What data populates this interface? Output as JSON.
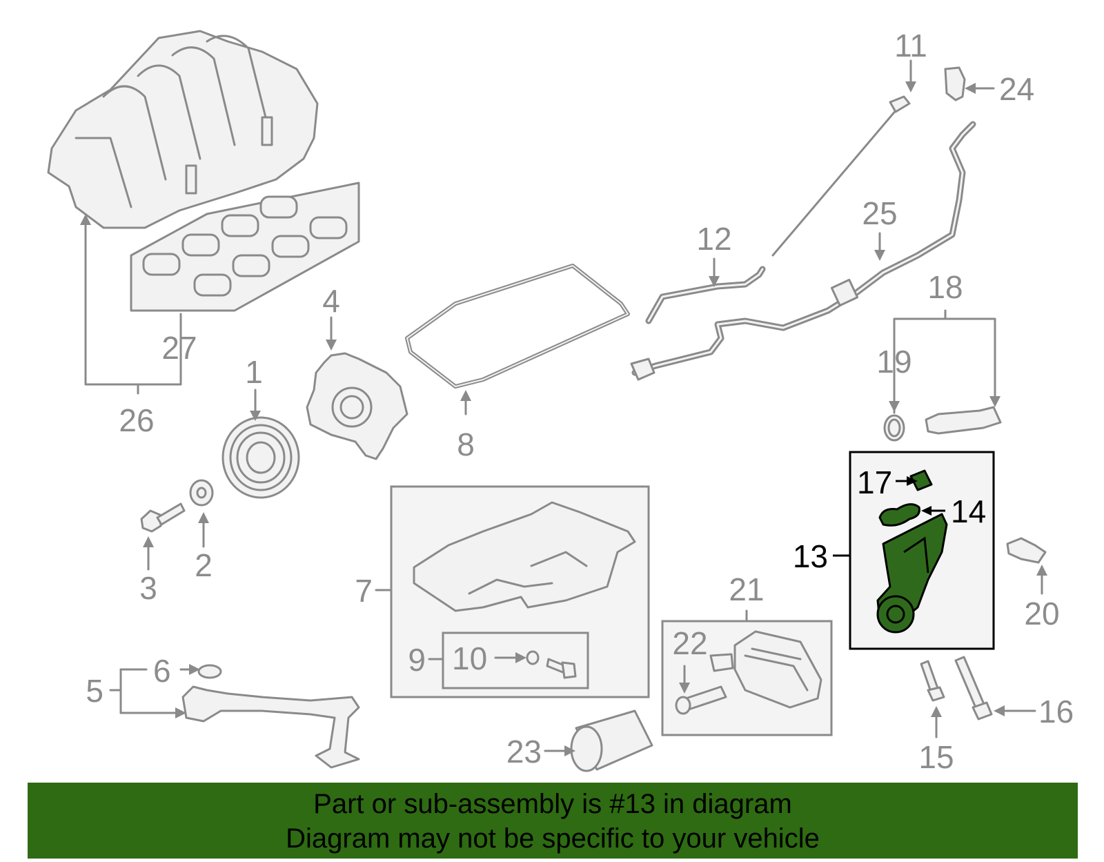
{
  "diagram": {
    "highlighted_part": "13",
    "callouts": [
      "1",
      "2",
      "3",
      "4",
      "5",
      "6",
      "7",
      "8",
      "9",
      "10",
      "11",
      "12",
      "13",
      "14",
      "15",
      "16",
      "17",
      "18",
      "19",
      "20",
      "21",
      "22",
      "23",
      "24",
      "25",
      "26",
      "27"
    ],
    "colors": {
      "banner": "#2e6b12",
      "highlight_part": "#2f6a1c",
      "lines": "#8a8a8a"
    }
  },
  "banner": {
    "line1": "Part or sub-assembly is #13 in diagram",
    "line2": "Diagram may not be specific to your vehicle"
  }
}
